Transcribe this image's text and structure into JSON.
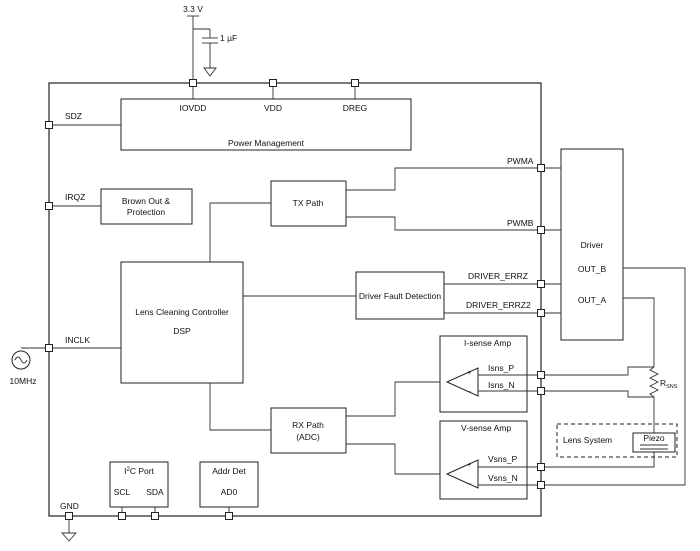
{
  "supply": {
    "voltage": "3.3 V",
    "cap": "1 µF"
  },
  "power_management": {
    "title": "Power Management",
    "pins": [
      "IOVDD",
      "VDD",
      "DREG"
    ]
  },
  "left_pins": {
    "sdz": "SDZ",
    "irqz": "IRQZ",
    "inclk": "INCLK",
    "gnd": "GND"
  },
  "oscillator": {
    "label": "10MHz"
  },
  "brown_out": {
    "line1": "Brown Out &",
    "line2": "Protection"
  },
  "tx_path": {
    "label": "TX Path"
  },
  "controller": {
    "line1": "Lens Cleaning Controller",
    "line2": "DSP"
  },
  "driver_fault": {
    "label": "Driver Fault Detection"
  },
  "rx_path": {
    "line1": "RX Path",
    "line2": "(ADC)"
  },
  "i2c": {
    "title_pre": "I",
    "title_sup": "2",
    "title_post": "C Port",
    "scl": "SCL",
    "sda": "SDA"
  },
  "addr": {
    "title": "Addr Det",
    "pin": "AD0"
  },
  "isense": {
    "title": "I-sense Amp",
    "pos": "Isns_P",
    "neg": "Isns_N"
  },
  "vsense": {
    "title": "V-sense Amp",
    "pos": "Vsns_P",
    "neg": "Vsns_N"
  },
  "signals": {
    "pwma": "PWMA",
    "pwmb": "PWMB",
    "errz": "DRIVER_ERRZ",
    "errz2": "DRIVER_ERRZ2"
  },
  "driver": {
    "title": "Driver",
    "out_b": "OUT_B",
    "out_a": "OUT_A"
  },
  "rsns": {
    "main": "R",
    "sub": "SNS"
  },
  "lens_system": {
    "label": "Lens System",
    "piezo": "Piezo"
  },
  "opamp_signs": {
    "plus": "+",
    "minus": "−"
  }
}
